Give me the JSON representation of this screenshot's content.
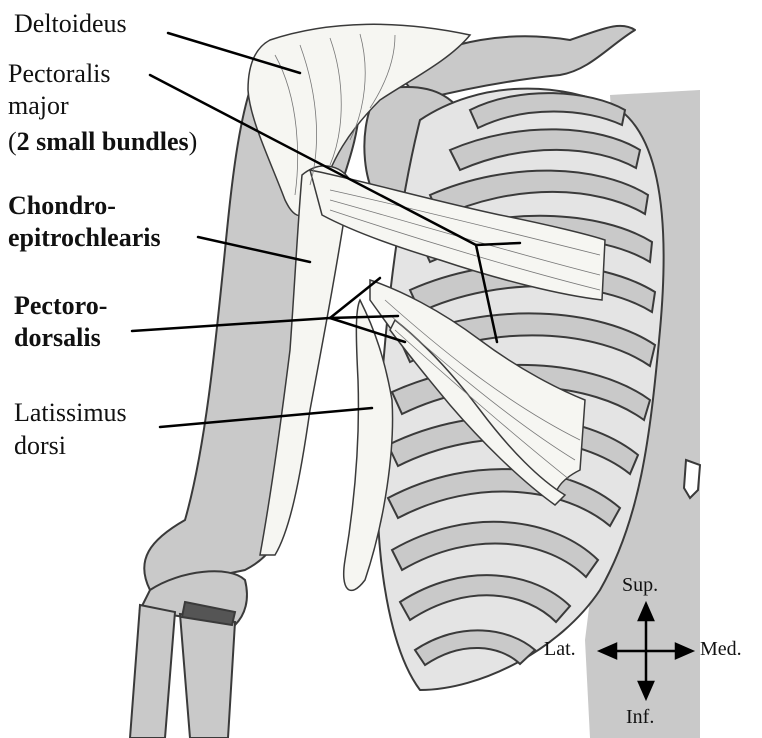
{
  "labels": {
    "deltoideus": "Deltoideus",
    "pectoralis_major": [
      "Pectoralis",
      "major"
    ],
    "pectoralis_bundles": {
      "open": "(",
      "bold": "2 small bundles",
      "close": ")"
    },
    "chondro": [
      "Chondro-",
      "epitrochlearis"
    ],
    "pectoro": [
      "Pectoro-",
      "dorsalis"
    ],
    "latissimus": [
      "Latissimus",
      "dorsi"
    ]
  },
  "compass": {
    "sup": "Sup.",
    "inf": "Inf.",
    "lat": "Lat.",
    "med": "Med."
  },
  "colors": {
    "bone": "#c9c9c9",
    "cartilage": "#e4e4e4",
    "muscle": "#f6f6f2",
    "outline": "#3a3a3a",
    "leader": "#000000"
  }
}
